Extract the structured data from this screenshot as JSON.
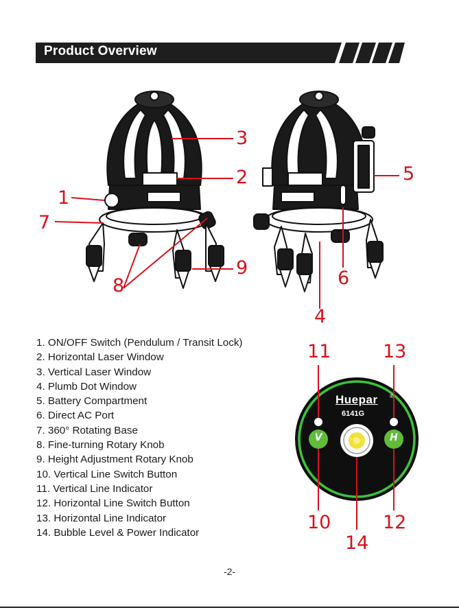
{
  "header": {
    "title": "Product Overview"
  },
  "callouts": [
    "1",
    "2",
    "3",
    "4",
    "5",
    "6",
    "7",
    "8",
    "9",
    "10",
    "11",
    "12",
    "13",
    "14"
  ],
  "legend": [
    "1. ON/OFF Switch (Pendulum / Transit Lock)",
    "2. Horizontal Laser Window",
    "3. Vertical Laser Window",
    "4. Plumb Dot Window",
    "5. Battery Compartment",
    "6. Direct AC Port",
    "7. 360° Rotating Base",
    "8. Fine-turning Rotary Knob",
    "9. Height Adjustment Rotary Knob",
    "10. Vertical Line Switch Button",
    "11. Vertical Line Indicator",
    "12. Horizontal Line Switch Button",
    "13. Horizontal Line Indicator",
    "14. Bubble Level & Power Indicator"
  ],
  "panel": {
    "brand": "Huepar",
    "model": "6141G",
    "v_button": "V",
    "h_button": "H",
    "registered": "®"
  },
  "colors": {
    "callout_red": "#d8101a",
    "ring_green": "#3cc23c",
    "button_green": "#5fbd3a",
    "bubble_yellow": "#f2e13a",
    "banner_dark": "#1e1e1e"
  },
  "footer": {
    "page_number": "-2-"
  }
}
